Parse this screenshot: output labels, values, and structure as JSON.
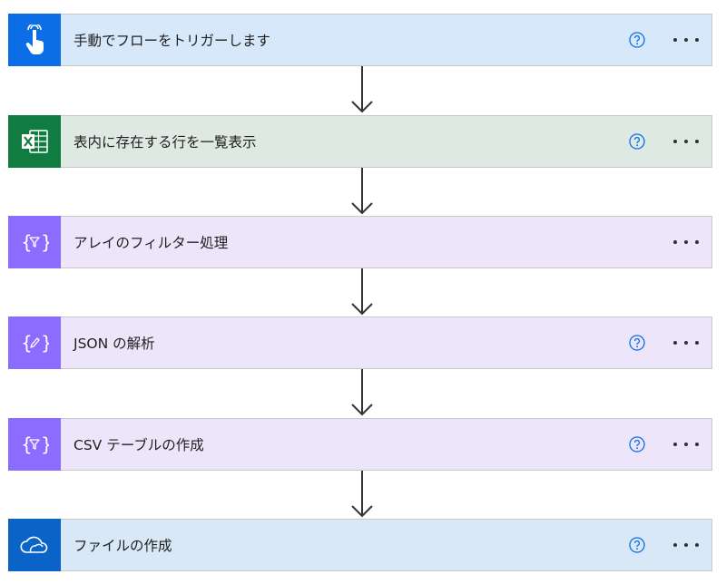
{
  "steps": [
    {
      "title": "手動でフローをトリガーします",
      "icon": "hand-tap-icon",
      "icon_bg": "#0b6ee6",
      "card_bg": "#d8e8fb",
      "has_help": true
    },
    {
      "title": "表内に存在する行を一覧表示",
      "icon": "excel-icon",
      "icon_bg": "#107c41",
      "card_bg": "#dde9e2",
      "has_help": true
    },
    {
      "title": "アレイのフィルター処理",
      "icon": "filter-array-icon",
      "icon_bg": "#8c6cff",
      "card_bg": "#ede6fb",
      "has_help": false
    },
    {
      "title": "JSON の解析",
      "icon": "data-operation-icon",
      "icon_bg": "#8c6cff",
      "card_bg": "#ede6fb",
      "has_help": true
    },
    {
      "title": "CSV テーブルの作成",
      "icon": "filter-array-icon",
      "icon_bg": "#8c6cff",
      "card_bg": "#ede6fb",
      "has_help": true
    },
    {
      "title": "ファイルの作成",
      "icon": "onedrive-icon",
      "icon_bg": "#0a64c8",
      "card_bg": "#d9e8f6",
      "has_help": true
    }
  ]
}
